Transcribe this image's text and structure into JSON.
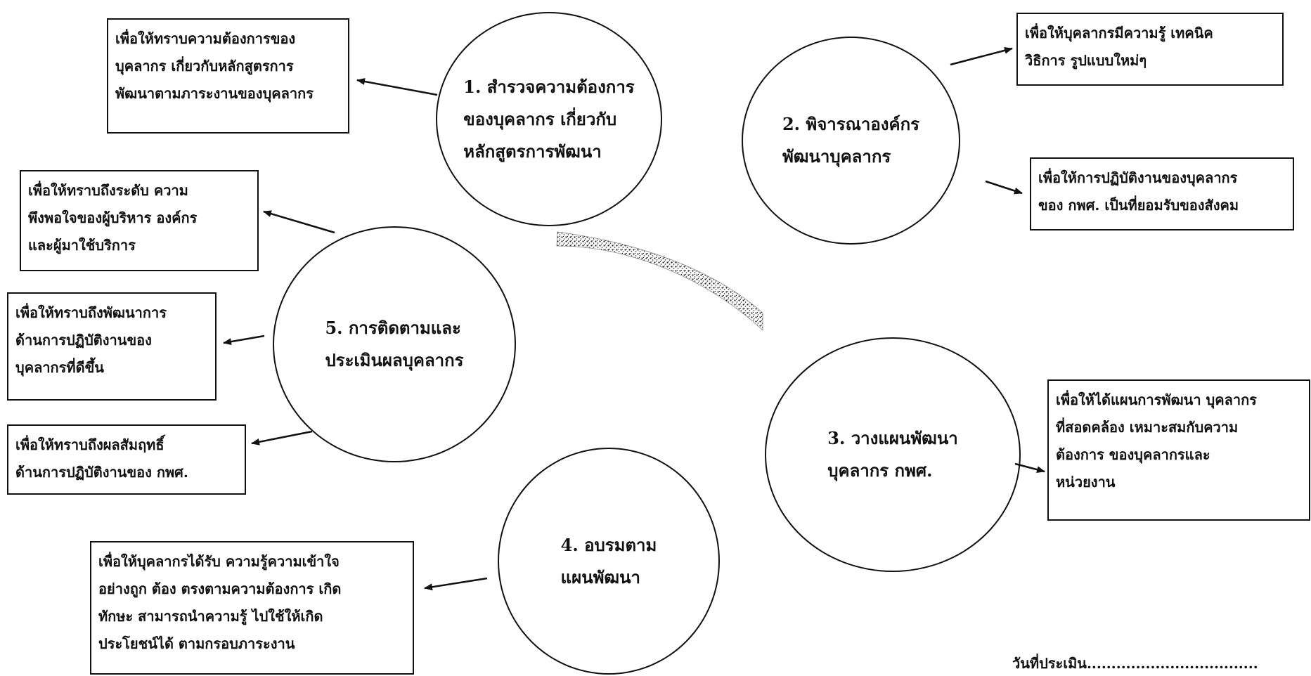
{
  "stages": [
    {
      "id": "s1",
      "text": "1. สำรวจความต้องการ\nของบุคลากร เกี่ยวกับ\nหลักสูตรการพัฒนา"
    },
    {
      "id": "s2",
      "text": "2. พิจารณาองค์กร\nพัฒนาบุคลากร"
    },
    {
      "id": "s3",
      "text": "3. วางแผนพัฒนา\nบุคลากร กพศ."
    },
    {
      "id": "s4",
      "text": "4. อบรมตาม\nแผนพัฒนา"
    },
    {
      "id": "s5",
      "text": "5. การติดตามและ\nประเมินผลบุคลากร"
    }
  ],
  "goals": [
    {
      "id": "g1",
      "stage": "s1",
      "text": "เพื่อให้ทราบความต้องการของ\nบุคลากร เกี่ยวกับหลักสูตรการ\nพัฒนาตามภาระงานของบุคลากร"
    },
    {
      "id": "g2a",
      "stage": "s2",
      "text": "เพื่อให้บุคลากรมีความรู้ เทคนิค\nวิธิการ รูปแบบใหม่ๆ"
    },
    {
      "id": "g2b",
      "stage": "s2",
      "text": "เพื่อให้การปฏิบัติงานของบุคลากร\nของ กพศ. เป็นที่ยอมรับของสังคม"
    },
    {
      "id": "g3",
      "stage": "s3",
      "text": "เพื่อให้ได้แผนการพัฒนา บุคลากร\nที่สอดคล้อง เหมาะสมกับความ\nต้องการ ของบุคลากรและ\nหน่วยงาน"
    },
    {
      "id": "g4",
      "stage": "s4",
      "text": "เพื่อให้บุคลากรได้รับ ความรู้ความเข้าใจ\nอย่างถูก ต้อง ตรงตามความต้องการ เกิด\nทักษะ สามารถนำความรู้ ไปใช้ให้เกิด\nประโยชน์ได้ ตามกรอบภาระงาน"
    },
    {
      "id": "g5a",
      "stage": "s5",
      "text": "เพื่อให้ทราบถึงระดับ ความ\nพึงพอใจของผู้บริหาร องค์กร\nและผู้มาใช้บริการ"
    },
    {
      "id": "g5b",
      "stage": "s5",
      "text": "เพื่อให้ทราบถึงพัฒนาการ\nด้านการปฏิบัติงานของ\nบุคลากรที่ดีขึ้น"
    },
    {
      "id": "g5c",
      "stage": "s5",
      "text": "เพื่อให้ทราบถึงผลสัมฤทธิ์\nด้านการปฏิบัติงานของ กพศ."
    }
  ],
  "footer": {
    "assessment_date": "วันที่ประเมิน..................................."
  }
}
